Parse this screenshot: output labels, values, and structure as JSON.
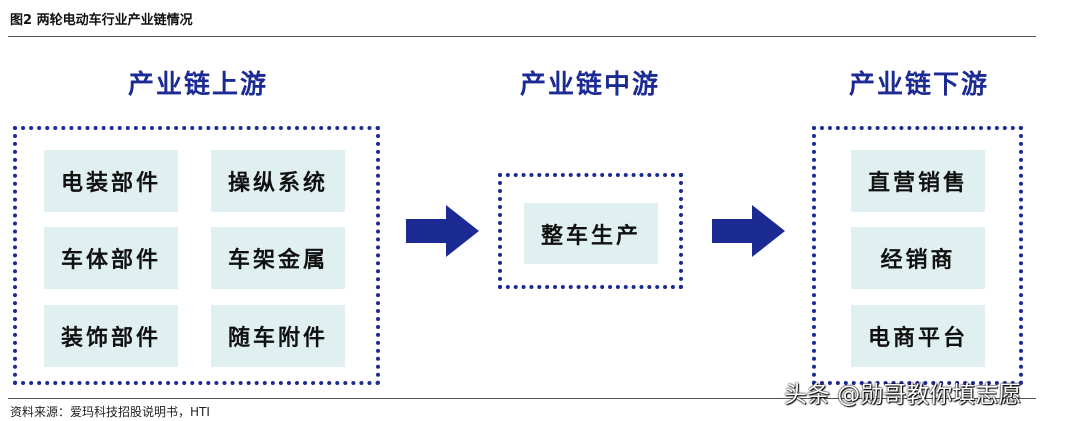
{
  "figure": {
    "title": "图2 两轮电动车行业产业链情况",
    "source": "资料来源：爱玛科技招股说明书，HTI"
  },
  "stages": {
    "upstream": {
      "title": "产业链上游",
      "items": [
        "电装部件",
        "操纵系统",
        "车体部件",
        "车架金属",
        "装饰部件",
        "随车附件"
      ]
    },
    "midstream": {
      "title": "产业链中游",
      "items": [
        "整车生产"
      ]
    },
    "downstream": {
      "title": "产业链下游",
      "items": [
        "直营销售",
        "经销商",
        "电商平台"
      ]
    }
  },
  "colors": {
    "accent": "#1c2a94",
    "tile": "#e0eff0"
  },
  "watermark": "头条 @勋哥教你填志愿"
}
